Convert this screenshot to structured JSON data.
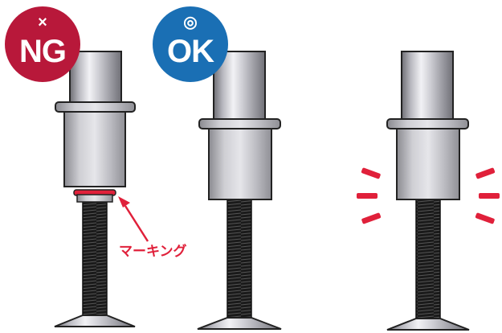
{
  "badges": {
    "ng": {
      "symbol": "×",
      "label": "NG",
      "color": "#b8183a"
    },
    "ok": {
      "symbol": "◎",
      "label": "OK",
      "color": "#1a6fb4"
    }
  },
  "annotation": {
    "label": "マーキング",
    "color": "#e0203a"
  },
  "colors": {
    "metal_light": "#e8e8ec",
    "metal_dark": "#7a7a80",
    "outline": "#222222",
    "thread": "#1a1a1a",
    "warning": "#e0203a"
  }
}
